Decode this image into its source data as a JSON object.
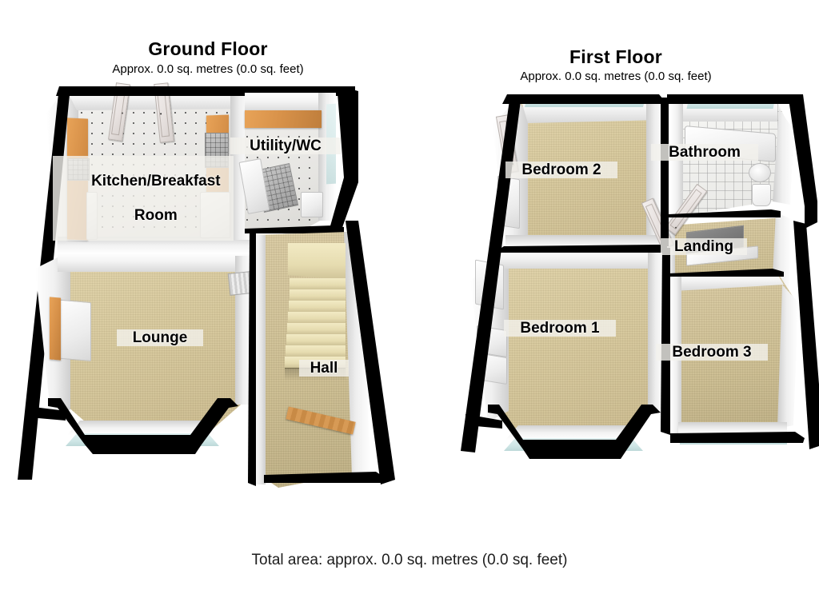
{
  "page": {
    "total_area_text": "Total area: approx. 0.0 sq. metres (0.0 sq. feet)"
  },
  "floors": [
    {
      "id": "ground",
      "title": "Ground Floor",
      "subtitle": "Approx. 0.0 sq. metres (0.0 sq. feet)",
      "rooms": [
        {
          "name": "Kitchen/Breakfast Room",
          "label_line1": "Kitchen/Breakfast",
          "label_line2": "Room"
        },
        {
          "name": "Utility/WC",
          "label_line1": "Utility/WC",
          "label_line2": ""
        },
        {
          "name": "Lounge",
          "label_line1": "Lounge",
          "label_line2": ""
        },
        {
          "name": "Hall",
          "label_line1": "Hall",
          "label_line2": ""
        }
      ]
    },
    {
      "id": "first",
      "title": "First Floor",
      "subtitle": "Approx. 0.0 sq. metres (0.0 sq. feet)",
      "rooms": [
        {
          "name": "Bedroom 2",
          "label_line1": "Bedroom 2",
          "label_line2": ""
        },
        {
          "name": "Bathroom",
          "label_line1": "Bathroom",
          "label_line2": ""
        },
        {
          "name": "Landing",
          "label_line1": "Landing",
          "label_line2": ""
        },
        {
          "name": "Bedroom 1",
          "label_line1": "Bedroom 1",
          "label_line2": ""
        },
        {
          "name": "Bedroom 3",
          "label_line1": "Bedroom 3",
          "label_line2": ""
        }
      ]
    }
  ],
  "colors": {
    "background": "#ffffff",
    "wall_outline": "#000000",
    "wall_face": "#ffffff",
    "carpet": "#d6c79a",
    "tile_floor": "#e9e8e5",
    "stairs": "#e6dcb0",
    "wood_counter": "#d8924a",
    "glass": "#cfe6e6",
    "label_text": "#000000"
  }
}
